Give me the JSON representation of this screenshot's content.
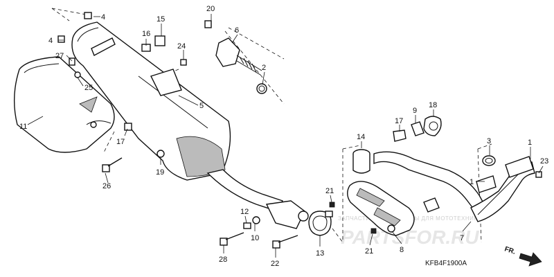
{
  "callouts": [
    {
      "id": "c4a",
      "label": "4"
    },
    {
      "id": "c4b",
      "label": "4"
    },
    {
      "id": "c27",
      "label": "27"
    },
    {
      "id": "c25",
      "label": "25"
    },
    {
      "id": "c11",
      "label": "11"
    },
    {
      "id": "c16",
      "label": "16"
    },
    {
      "id": "c15",
      "label": "15"
    },
    {
      "id": "c24",
      "label": "24"
    },
    {
      "id": "c20",
      "label": "20"
    },
    {
      "id": "c6",
      "label": "6"
    },
    {
      "id": "c2",
      "label": "2"
    },
    {
      "id": "c5",
      "label": "5"
    },
    {
      "id": "c17a",
      "label": "17"
    },
    {
      "id": "c19",
      "label": "19"
    },
    {
      "id": "c26",
      "label": "26"
    },
    {
      "id": "c17b",
      "label": "17"
    },
    {
      "id": "c9",
      "label": "9"
    },
    {
      "id": "c18",
      "label": "18"
    },
    {
      "id": "c14",
      "label": "14"
    },
    {
      "id": "c3",
      "label": "3"
    },
    {
      "id": "c1a",
      "label": "1"
    },
    {
      "id": "c1b",
      "label": "1"
    },
    {
      "id": "c23",
      "label": "23"
    },
    {
      "id": "c21a",
      "label": "21"
    },
    {
      "id": "c21b",
      "label": "21"
    },
    {
      "id": "c12",
      "label": "12"
    },
    {
      "id": "c10",
      "label": "10"
    },
    {
      "id": "c13",
      "label": "13"
    },
    {
      "id": "c8",
      "label": "8"
    },
    {
      "id": "c7",
      "label": "7"
    },
    {
      "id": "c28",
      "label": "28"
    },
    {
      "id": "c22",
      "label": "22"
    }
  ],
  "diagram_code": "KFB4F1900A",
  "direction_label": "FR.",
  "watermark": {
    "caption": "ЗАПЧАСТИ И АКСЕССУАРЫ ДЛЯ МОТОТЕХНИКИ",
    "logo": "PARTSFOR.RU"
  }
}
